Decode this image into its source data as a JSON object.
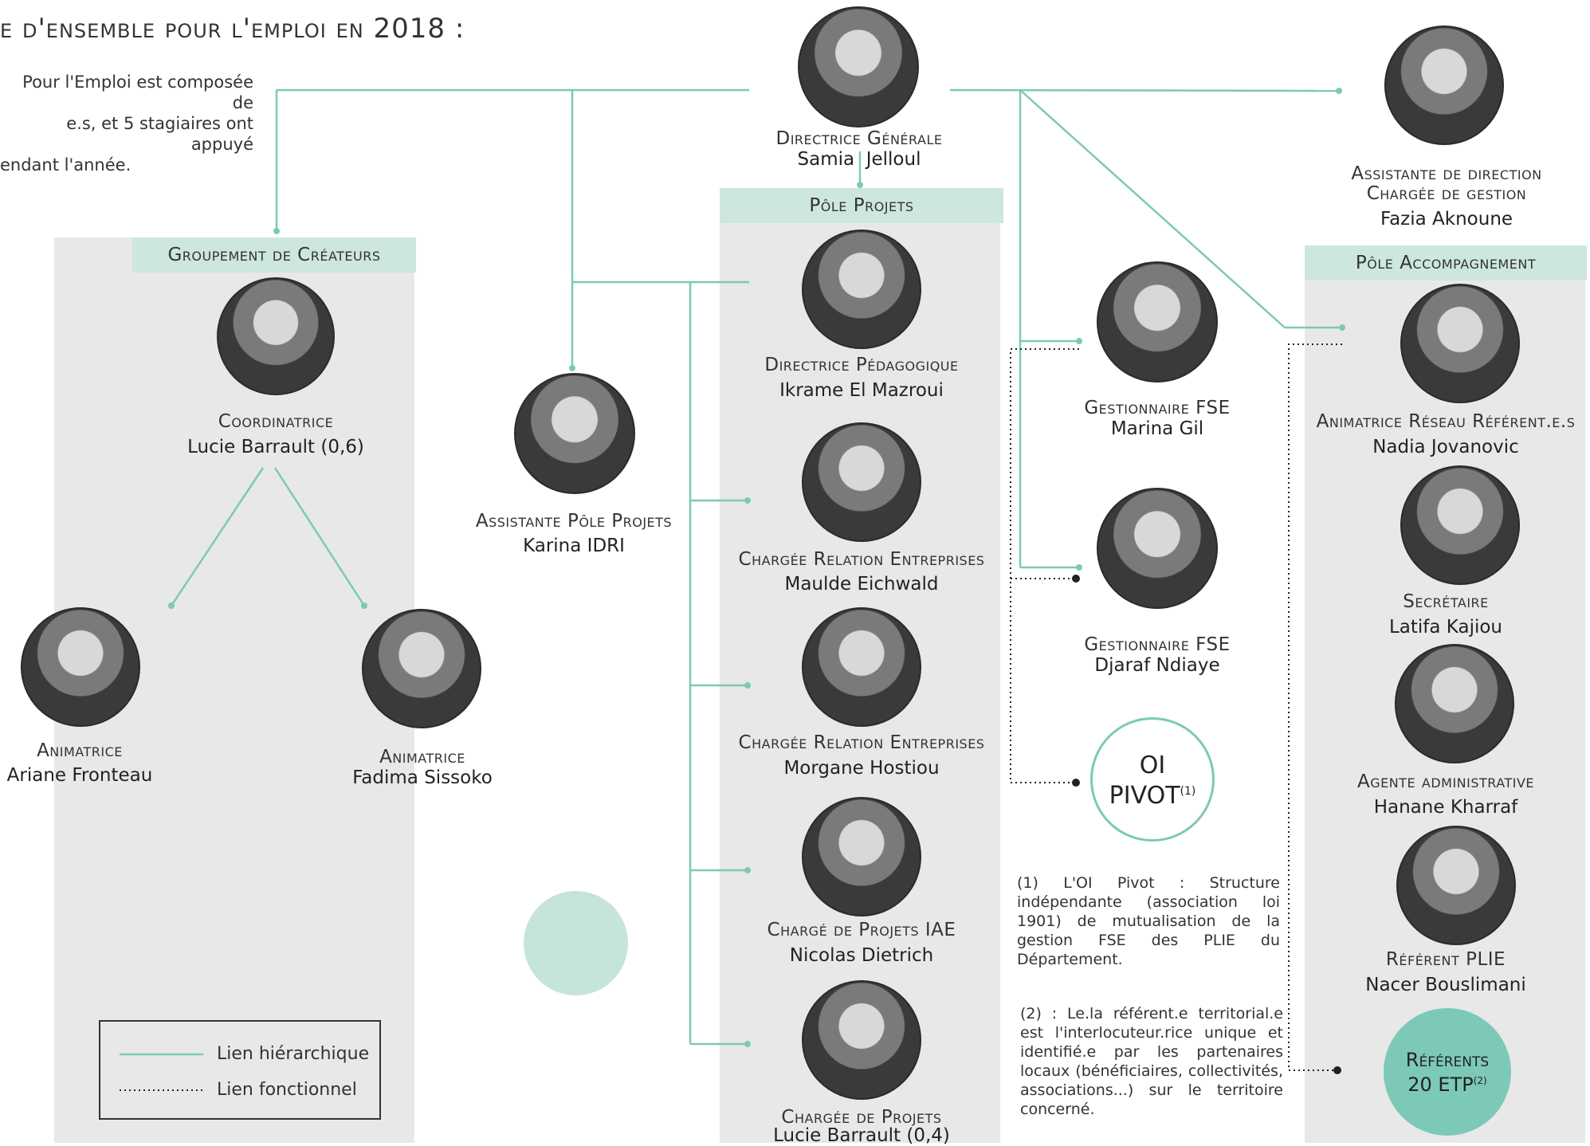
{
  "title": "e d'ensemble pour l'emploi en 2018 :",
  "intro": [
    "Pour l'Emploi est composée de",
    "e.s, et 5 stagiaires ont appuyé",
    "endant l'année."
  ],
  "directrice_generale": {
    "role": "Directrice Générale",
    "name": "Samia  Jelloul"
  },
  "assistante_direction": {
    "role_line1": "Assistante de direction",
    "role_line2": "Chargée de gestion",
    "name": "Fazia Aknoune"
  },
  "groupement": {
    "header": "Groupement de Créateurs",
    "coordinatrice": {
      "role": "Coordinatrice",
      "name": "Lucie Barrault (0,6)"
    },
    "animatrice1": {
      "role": "Animatrice",
      "name": "Ariane Fronteau"
    },
    "animatrice2": {
      "role": "Animatrice",
      "name": "Fadima Sissoko"
    }
  },
  "assistante_pole_projets": {
    "role": "Assistante Pôle Projets",
    "name": "Karina IDRI"
  },
  "pole_projets": {
    "header": "Pôle Projets",
    "members": [
      {
        "role": "Directrice Pédagogique",
        "name": "Ikrame El Mazroui"
      },
      {
        "role": "Chargée Relation Entreprises",
        "name": "Maulde Eichwald"
      },
      {
        "role": "Chargée Relation Entreprises",
        "name": "Morgane Hostiou"
      },
      {
        "role": "Chargé de Projets IAE",
        "name": "Nicolas Dietrich"
      },
      {
        "role": "Chargée de Projets",
        "name": "Lucie Barrault (0,4)"
      }
    ]
  },
  "gestionnaires": [
    {
      "role": "Gestionnaire FSE",
      "name": "Marina Gil"
    },
    {
      "role": "Gestionnaire FSE",
      "name": "Djaraf Ndiaye"
    }
  ],
  "oi_pivot": {
    "line1": "OI",
    "line2": "PIVOT",
    "sup": "(1)"
  },
  "note1": "(1) L'OI Pivot : Structure indépendante (association loi 1901) de mutualisation de la gestion FSE des PLIE du Département.",
  "note2": "(2) : Le.la référent.e territorial.e est l'interlocuteur.rice unique et identifié.e par les partenaires locaux (bénéficiaires, collectivités, associations...) sur le territoire concerné.",
  "pole_accompagnement": {
    "header": "Pôle Accompagnement",
    "members": [
      {
        "role": "Animatrice Réseau Référent.e.s",
        "name": "Nadia Jovanovic"
      },
      {
        "role": "Secrétaire",
        "name": "Latifa Kajiou"
      },
      {
        "role": "Agente administrative",
        "name": "Hanane Kharraf"
      },
      {
        "role": "Référent PLIE",
        "name": "Nacer Bouslimani"
      }
    ]
  },
  "referents": {
    "line1": "Référents",
    "line2": "20 ETP",
    "sup": "(2)"
  },
  "legend": {
    "hierarchique": "Lien hiérarchique",
    "fonctionnel": "Lien fonctionnel"
  },
  "colors": {
    "accent": "#7cc9b8",
    "panel": "#e8e8e8",
    "header": "#cde6e0",
    "bubble": "#c4e4dc"
  }
}
